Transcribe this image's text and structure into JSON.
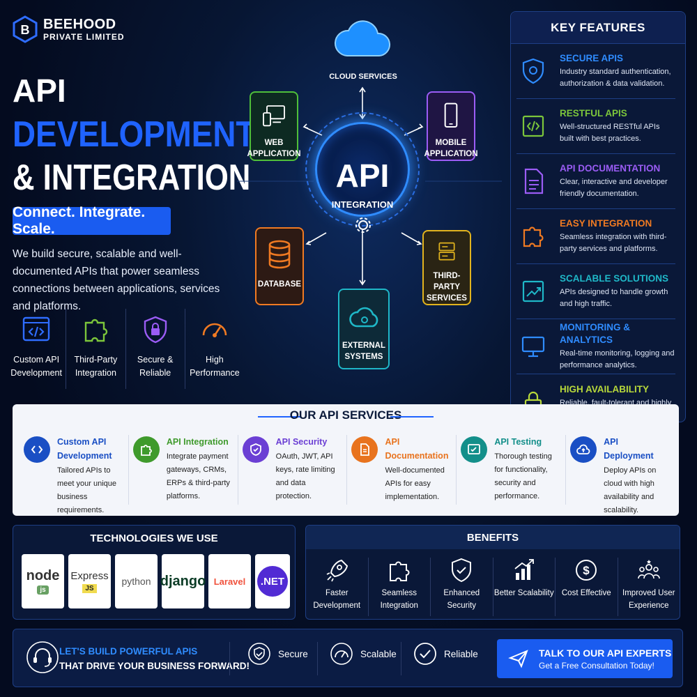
{
  "brand": {
    "name": "BEEHOOD",
    "sub": "PRIVATE LIMITED",
    "logo_letter": "B"
  },
  "headline": {
    "line1": "API",
    "line2": "DEVELOPMENT",
    "line3": "& INTEGRATION"
  },
  "tagline": "Connect. Integrate. Scale.",
  "description": "We build secure, scalable and well-documented APIs that power seamless connections between applications, services and platforms.",
  "highlights": [
    {
      "icon": "code-window-icon",
      "label": "Custom API Development",
      "color": "#2f6dff"
    },
    {
      "icon": "puzzle-icon",
      "label": "Third-Party Integration",
      "color": "#7cc63b"
    },
    {
      "icon": "shield-lock-icon",
      "label": "Secure & Reliable",
      "color": "#9b5cf5"
    },
    {
      "icon": "speedometer-icon",
      "label": "High Performance",
      "color": "#f07a22"
    }
  ],
  "hub": {
    "title": "API",
    "subtitle": "INTEGRATION",
    "cloud": "CLOUD SERVICES",
    "web": "WEB APPLICATION",
    "mobile": "MOBILE APPLICATION",
    "database": "DATABASE",
    "thirdparty": "THIRD-PARTY SERVICES",
    "external": "EXTERNAL SYSTEMS"
  },
  "key_features": {
    "title": "KEY FEATURES",
    "items": [
      {
        "icon": "shield-gear-icon",
        "title": "SECURE APIS",
        "desc": "Industry standard authentication, authorization & data validation.",
        "color": "#2f8cff"
      },
      {
        "icon": "code-icon",
        "title": "RESTFUL APIS",
        "desc": "Well-structured RESTful APIs built with best practices.",
        "color": "#7cc63b"
      },
      {
        "icon": "document-icon",
        "title": "API DOCUMENTATION",
        "desc": "Clear, interactive and developer friendly documentation.",
        "color": "#9b5cf5"
      },
      {
        "icon": "puzzle-icon",
        "title": "EASY INTEGRATION",
        "desc": "Seamless integration with third-party services and platforms.",
        "color": "#f07a22"
      },
      {
        "icon": "growth-chart-icon",
        "title": "SCALABLE SOLUTIONS",
        "desc": "APIs designed to handle growth and high traffic.",
        "color": "#1fb8c8"
      },
      {
        "icon": "monitor-icon",
        "title": "MONITORING & ANALYTICS",
        "desc": "Real-time monitoring, logging and performance analytics.",
        "color": "#2f8cff"
      },
      {
        "icon": "lock-icon",
        "title": "HIGH AVAILABILITY",
        "desc": "Reliable, fault-tolerant and highly available API architecture.",
        "color": "#b8d93a"
      }
    ]
  },
  "services": {
    "title": "OUR API SERVICES",
    "items": [
      {
        "icon": "code-icon",
        "title": "Custom API Development",
        "desc": "Tailored APIs to meet your unique business requirements.",
        "color": "#1a4fc4"
      },
      {
        "icon": "puzzle-icon",
        "title": "API Integration",
        "desc": "Integrate payment gateways, CRMs, ERPs & third-party platforms.",
        "color": "#3f9a2c"
      },
      {
        "icon": "shield-check-icon",
        "title": "API Security",
        "desc": "OAuth, JWT, API keys, rate limiting and data protection.",
        "color": "#6b3fd4"
      },
      {
        "icon": "document-icon",
        "title": "API Documentation",
        "desc": "Well-documented APIs for easy implementation.",
        "color": "#e8731e"
      },
      {
        "icon": "test-window-icon",
        "title": "API Testing",
        "desc": "Thorough testing for functionality, security and performance.",
        "color": "#138f8a"
      },
      {
        "icon": "cloud-upload-icon",
        "title": "API Deployment",
        "desc": "Deploy APIs on cloud with high availability and scalability.",
        "color": "#1a4fc4"
      }
    ]
  },
  "technologies": {
    "title": "TECHNOLOGIES WE USE",
    "items": [
      {
        "name": "node",
        "sub": "js"
      },
      {
        "name": "Express",
        "sub": "JS"
      },
      {
        "name": "python",
        "sub": ""
      },
      {
        "name": "django",
        "sub": ""
      },
      {
        "name": "Laravel",
        "sub": ""
      },
      {
        "name": ".NET",
        "sub": ""
      }
    ]
  },
  "benefits": {
    "title": "BENEFITS",
    "items": [
      {
        "icon": "rocket-icon",
        "label": "Faster Development"
      },
      {
        "icon": "puzzle-icon",
        "label": "Seamless Integration"
      },
      {
        "icon": "shield-check-icon",
        "label": "Enhanced Security"
      },
      {
        "icon": "bar-growth-icon",
        "label": "Better Scalability"
      },
      {
        "icon": "dollar-icon",
        "label": "Cost Effective"
      },
      {
        "icon": "users-icon",
        "label": "Improved User Experience"
      }
    ]
  },
  "footer": {
    "line1": "LET'S BUILD POWERFUL APIS",
    "line2": "THAT DRIVE YOUR BUSINESS FORWARD!",
    "pills": [
      "Secure",
      "Scalable",
      "Reliable"
    ],
    "cta_title": "TALK TO OUR API EXPERTS",
    "cta_sub": "Get a Free Consultation Today!"
  },
  "colors": {
    "accent": "#1a5cf0",
    "panel": "#0a1838",
    "border": "#1e3f86"
  }
}
